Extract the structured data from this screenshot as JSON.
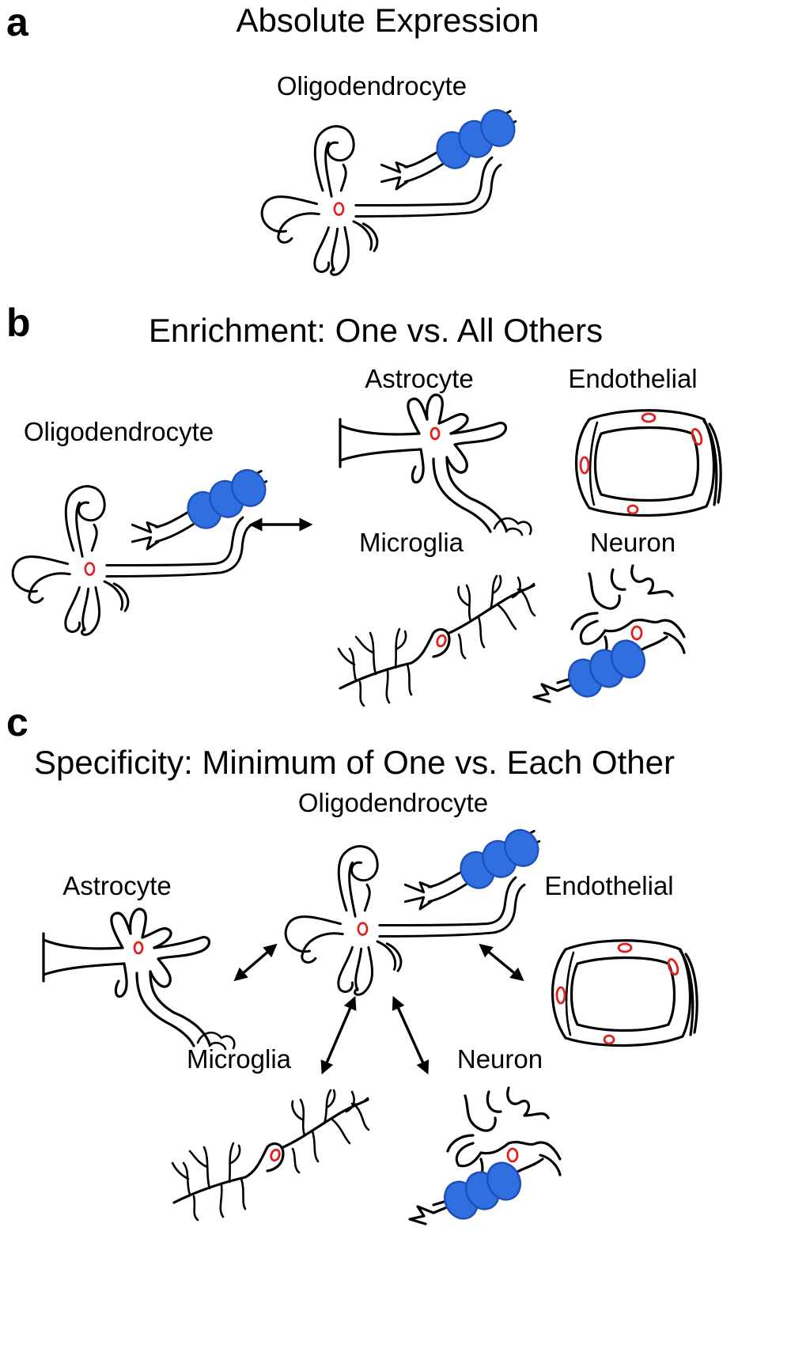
{
  "panels": {
    "a": {
      "letter": "a",
      "title": "Absolute Expression",
      "labels": {
        "oligodendrocyte": "Oligodendrocyte"
      }
    },
    "b": {
      "letter": "b",
      "title": "Enrichment: One vs. All Others",
      "labels": {
        "oligodendrocyte": "Oligodendrocyte",
        "astrocyte": "Astrocyte",
        "endothelial": "Endothelial",
        "microglia": "Microglia",
        "neuron": "Neuron"
      }
    },
    "c": {
      "letter": "c",
      "title": "Specificity: Minimum of One vs. Each Other",
      "labels": {
        "oligodendrocyte": "Oligodendrocyte",
        "astrocyte": "Astrocyte",
        "endothelial": "Endothelial",
        "microglia": "Microglia",
        "neuron": "Neuron"
      }
    }
  },
  "colors": {
    "nucleus": "#e0201a",
    "myelin": "#2f6fe0",
    "outline": "#000000"
  },
  "icons": [
    "oligodendrocyte-icon",
    "astrocyte-icon",
    "endothelial-icon",
    "microglia-icon",
    "neuron-icon",
    "double-arrow-icon"
  ]
}
